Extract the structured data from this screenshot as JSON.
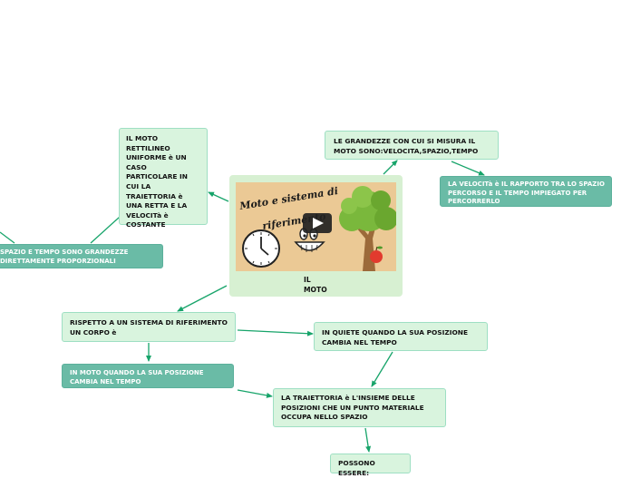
{
  "center": {
    "label_line1": "IL",
    "label_line2": "MOTO",
    "thumbnail_title_line1": "Moto e sistema di",
    "thumbnail_title_line2": "riferimento",
    "icons": [
      "clock-icon",
      "smiley-face-icon",
      "tree-icon",
      "apple-icon",
      "play-icon"
    ]
  },
  "nodes": {
    "moto_rettilineo": "IL MOTO RETTILINEO UNIFORME è UN CASO PARTICOLARE IN CUI LA TRAIETTORIA è UNA RETTA E LA VELOCITà è COSTANTE",
    "spazio_tempo": "SPAZIO E TEMPO SONO GRANDEZZE DIRETTAMENTE PROPORZIONALI",
    "grandezze": "LE GRANDEZZE CON CUI SI MISURA IL MOTO SONO:VELOCITA,SPAZIO,TEMPO",
    "velocita": "LA VELOCITà è IL RAPPORTO TRA LO SPAZIO PERCORSO E IL TEMPO IMPIEGATO PER PERCORRERLO",
    "rispetto": "RISPETTO A UN SISTEMA DI RIFERIMENTO UN CORPO è",
    "in_quiete": "IN QUIETE QUANDO LA SUA POSIZIONE CAMBIA NEL TEMPO",
    "in_moto": "IN MOTO QUANDO LA SUA POSIZIONE CAMBIA NEL TEMPO",
    "traiettoria": "LA TRAIETTORIA è L'INSIEME DELLE POSIZIONI CHE UN PUNTO MATERIALE OCCUPA NELLO SPAZIO",
    "possono": "POSSONO ESSERE:"
  },
  "colors": {
    "light_node": "#d9f4de",
    "dark_node": "#6abba6",
    "connector": "#17a46a"
  }
}
